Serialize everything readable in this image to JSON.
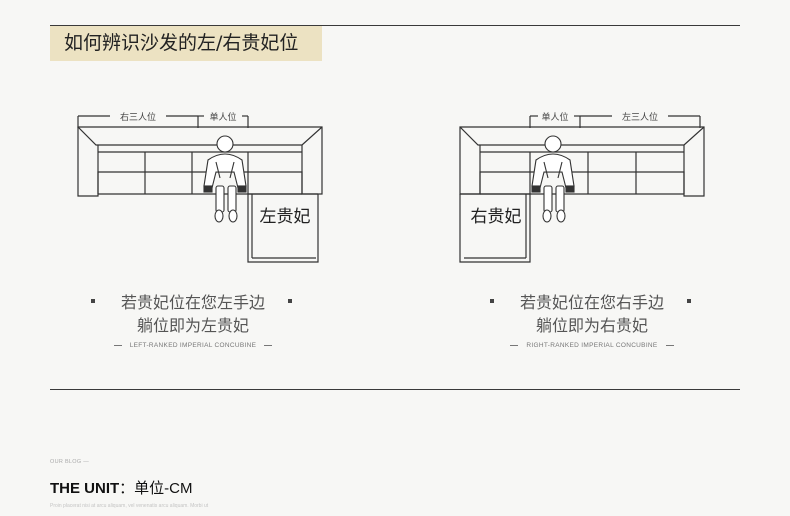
{
  "header": {
    "title": "如何辨识沙发的左/右贵妃位"
  },
  "left_diagram": {
    "dim_left": "右三人位",
    "dim_right": "单人位",
    "chaise_label": "左贵妃",
    "caption_line1": "若贵妃位在您左手边",
    "caption_line2": "躺位即为左贵妃",
    "subcaption": "LEFT-RANKED  IMPERIAL CONCUBINE"
  },
  "right_diagram": {
    "dim_left": "单人位",
    "dim_right": "左三人位",
    "chaise_label": "右贵妃",
    "caption_line1": "若贵妃位在您右手边",
    "caption_line2": "躺位即为右贵妃",
    "subcaption": "RIGHT-RANKED  IMPERIAL CONCUBINE"
  },
  "unit": {
    "tag": "OUR BLOG",
    "title_en": "THE UNIT",
    "title_cn": "：单位-CM",
    "fine_print": "Proin placerat nisi at arcu aliquam, vel venenatis arcu aliquam. Morbi ut"
  },
  "icons": {
    "person": "person-seated-icon",
    "bullet": "square-bullet-icon"
  }
}
